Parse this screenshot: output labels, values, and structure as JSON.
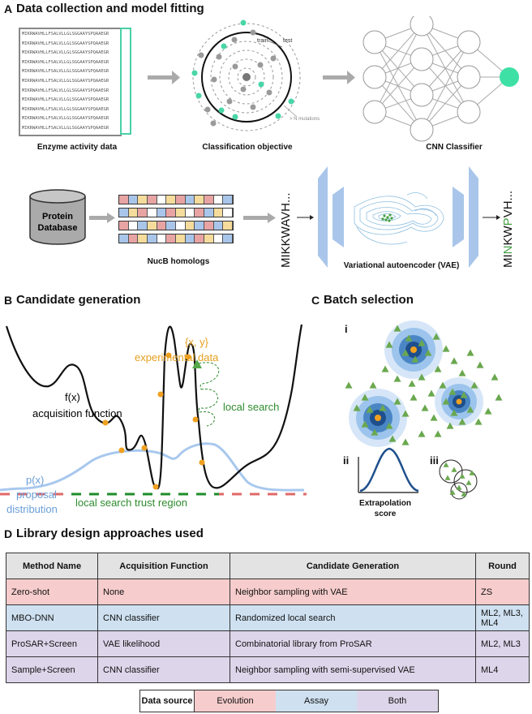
{
  "panel_a": {
    "letter": "A",
    "title": "Data collection and model fitting",
    "sequences": [
      "MIKRWAVHLLFSALVLLGLSGGAAYSPQAAEGR",
      "MIKRWAVHLLFSALVLLGLSGGAAYSPQAAEGR",
      "MIKRWAVHLLFSALVLLGLSGGAAYSPQAAEGR",
      "MIKRWAVHLLFSALVLLGLSGGAAYSPQAAEGR",
      "MIKRWAVHLLFSALVLLGLSGGAAYSPQAAEGR",
      "MIKRWAVHLLFSALVLLGLSGGAAYSPQAAEGR",
      "MIKRWAVHLLFSALVLLGLSGGAAYSPQAAEGR",
      "MIKRWAVHLLFSALVLLGLSGGAAYSPQAAEGR",
      "MIKRWAVHLLFSALVLLGLSGGAAYSPQAAEGR",
      "MIKRWAVHLLFSALVLLGLSGGAAYSPQAAEGR",
      "MIKRWAVHLLFSALVLLGLSGGAAYSPQAAEGR"
    ],
    "enzyme_caption": "Enzyme activity data",
    "classification_caption": "Classification objective",
    "train_label": "train",
    "test_label": "test",
    "mutations_label": "> N mutations",
    "cnn_caption": "CNN Classifier",
    "database_line1": "Protein",
    "database_line2": "Database",
    "homologs_caption": "NucB homologs",
    "input_seq": "MIKKWAVH...",
    "output_seq_parts": [
      "MI",
      "N",
      "KW",
      "P",
      "VH..."
    ],
    "vae_caption": "Variational autoencoder (VAE)",
    "green_color": "#44a044",
    "grid_colors": {
      "red": "#e8a3a3",
      "blue": "#a9c6ea",
      "yellow": "#f5dc9c",
      "white": "#ffffff"
    }
  },
  "panel_b": {
    "letter": "B",
    "title": "Candidate generation",
    "xy_label": "{x, y}",
    "experimental_label": "experimental data",
    "fx_label": "f(x)",
    "acq_label": "acquisition function",
    "local_search_label": "local search",
    "px_label": "p(x)",
    "proposal_label": "proposal",
    "distribution_label": "distribution",
    "trust_region_label": "local search trust region",
    "orange_color": "#f0a020",
    "blue_curve_color": "#a8c8ee"
  },
  "panel_c": {
    "letter": "C",
    "title": "Batch selection",
    "sub_i": "i",
    "sub_ii": "ii",
    "sub_iii": "iii",
    "extrapolation_line1": "Extrapolation",
    "extrapolation_line2": "score"
  },
  "panel_d": {
    "letter": "D",
    "title": "Library design approaches used",
    "headers": [
      "Method Name",
      "Acquisition Function",
      "Candidate Generation",
      "Round"
    ],
    "rows": [
      {
        "method": "Zero-shot",
        "acq": "None",
        "gen": "Neighbor sampling with VAE",
        "round": "ZS"
      },
      {
        "method": "MBO-DNN",
        "acq": "CNN classifier",
        "gen": "Randomized local search",
        "round": "ML2, ML3, ML4"
      },
      {
        "method": "ProSAR+Screen",
        "acq": "VAE likelihood",
        "gen": "Combinatorial library from ProSAR",
        "round": "ML2, ML3"
      },
      {
        "method": "Sample+Screen",
        "acq": "CNN classifier",
        "gen": "Neighbor sampling with semi-supervised VAE",
        "round": "ML4"
      }
    ],
    "legend_title": "Data source",
    "legend_items": [
      "Evolution",
      "Assay",
      "Both"
    ],
    "colors": {
      "evolution": "#f6cccc",
      "assay": "#cfe1f1",
      "both": "#ddd5ea"
    }
  }
}
